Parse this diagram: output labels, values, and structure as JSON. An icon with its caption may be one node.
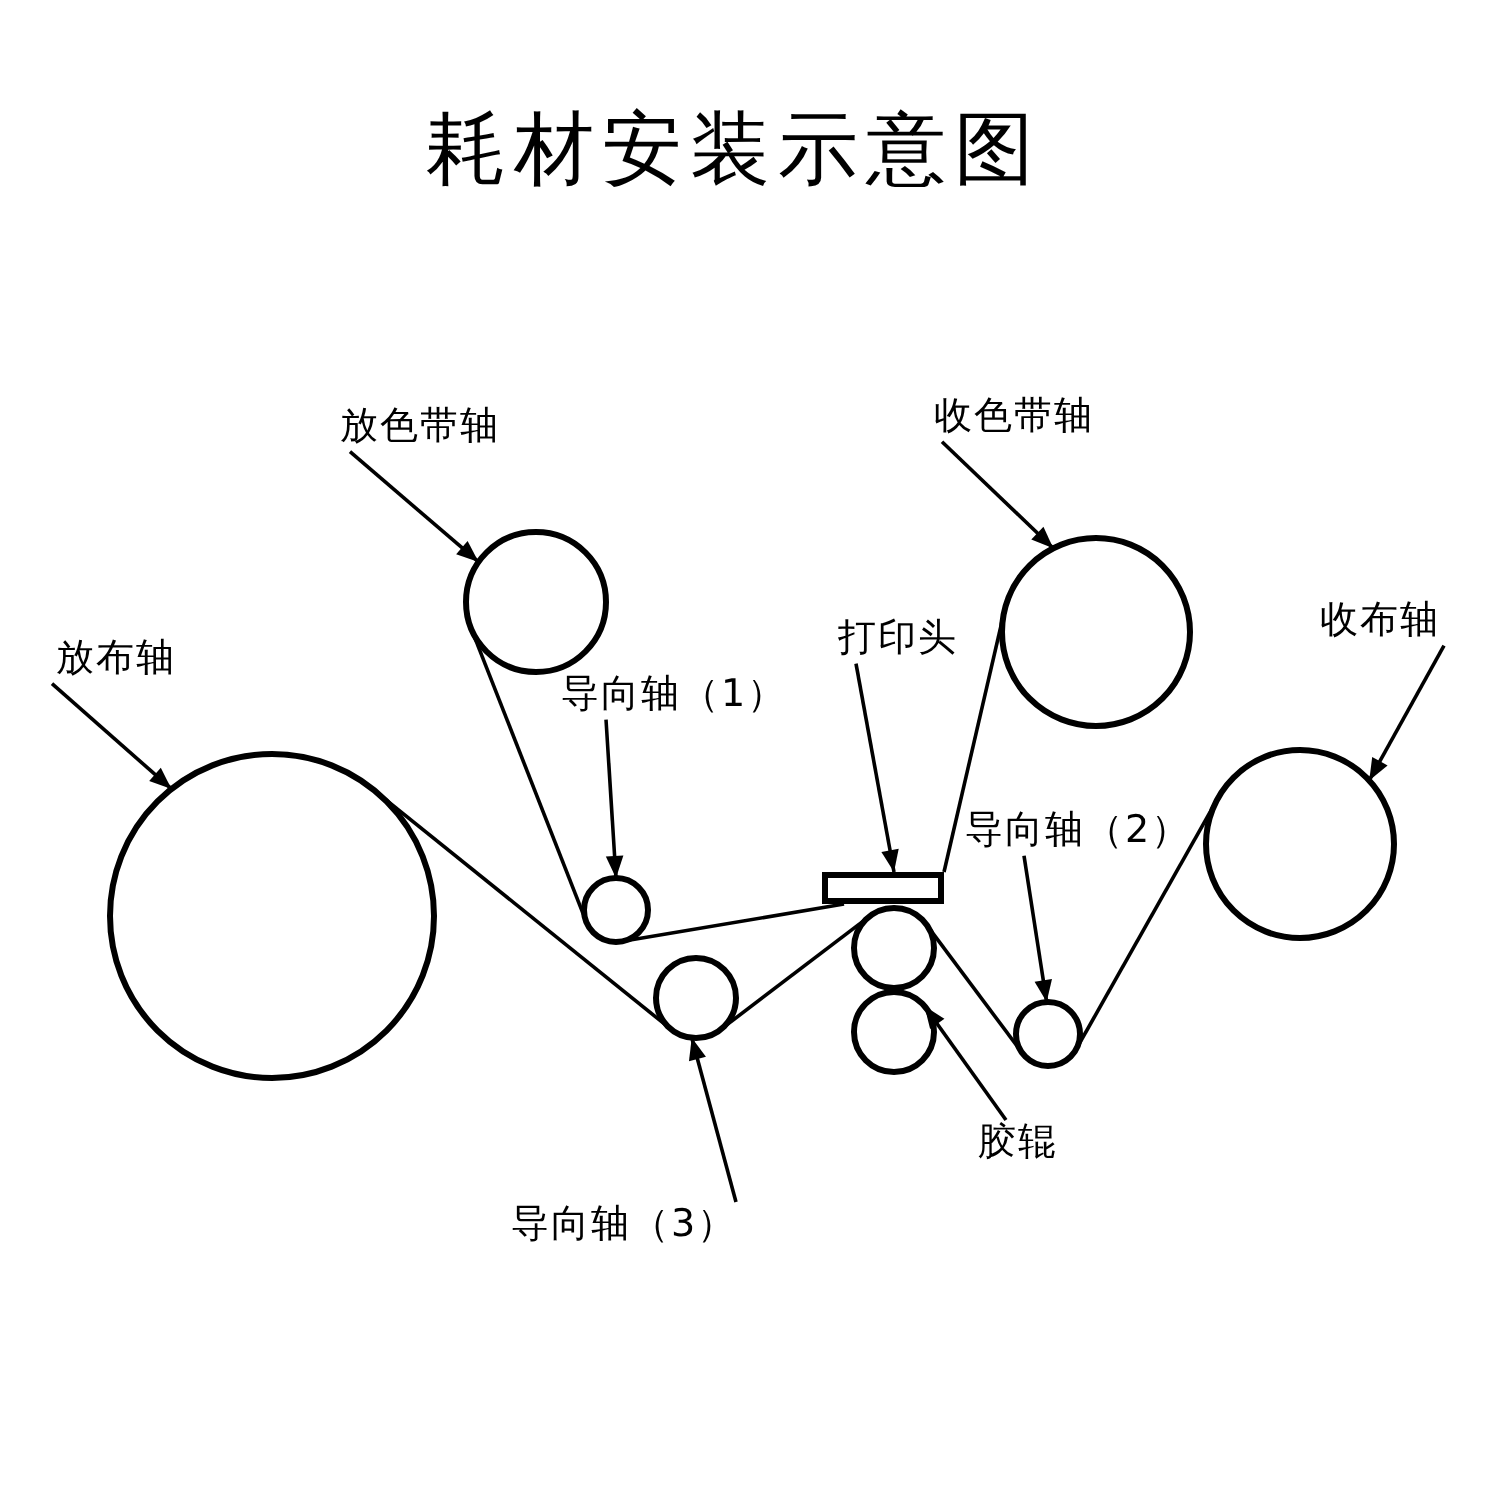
{
  "diagram": {
    "title": "耗材安装示意图",
    "nodes": [
      {
        "text": [
          "放布轴"
        ]
      },
      {
        "text": [],
        "shape": "circle"
      },
      {
        "text": [
          "放色带轴"
        ]
      },
      {
        "text": [],
        "shape": "circle"
      },
      {
        "text": [
          "导向轴（1）"
        ]
      },
      {
        "text": [],
        "shape": "circle"
      },
      {
        "text": [
          "打印头"
        ]
      },
      {
        "text": [],
        "shape": "box"
      },
      {
        "text": [
          "收色带轴"
        ]
      },
      {
        "text": [],
        "shape": "circle"
      },
      {
        "text": [
          "收布轴"
        ]
      },
      {
        "text": [],
        "shape": "circle"
      },
      {
        "text": [
          "导向轴（2）"
        ]
      },
      {
        "text": [],
        "shape": "circle"
      },
      {
        "text": [],
        "shape": "circle"
      },
      {
        "text": [],
        "shape": "circle"
      },
      {
        "text": [
          "胶辊"
        ]
      },
      {
        "text": [],
        "shape": "circle"
      },
      {
        "text": [
          "导向轴（3）"
        ]
      }
    ],
    "edges": [
      {
        "from": 0,
        "to": 1,
        "arrow": "to"
      },
      {
        "from": 2,
        "to": 3,
        "arrow": "to"
      },
      {
        "from": 4,
        "to": 5,
        "arrow": "to"
      },
      {
        "from": 6,
        "to": 7,
        "arrow": "to"
      },
      {
        "from": 8,
        "to": 9,
        "arrow": "to"
      },
      {
        "from": 10,
        "to": 11,
        "arrow": "to"
      },
      {
        "from": 12,
        "to": 13,
        "arrow": "to"
      },
      {
        "from": 16,
        "to": 15,
        "arrow": "to"
      },
      {
        "from": 18,
        "to": 17,
        "arrow": "to"
      },
      {
        "from": 3,
        "to": 5,
        "arrow": "none"
      },
      {
        "from": 5,
        "to": 7,
        "arrow": "none"
      },
      {
        "from": 7,
        "to": 9,
        "arrow": "none"
      },
      {
        "from": 1,
        "to": 17,
        "arrow": "none"
      },
      {
        "from": 17,
        "to": 14,
        "arrow": "none"
      },
      {
        "from": 14,
        "to": 13,
        "arrow": "none"
      },
      {
        "from": 13,
        "to": 11,
        "arrow": "none"
      }
    ]
  }
}
